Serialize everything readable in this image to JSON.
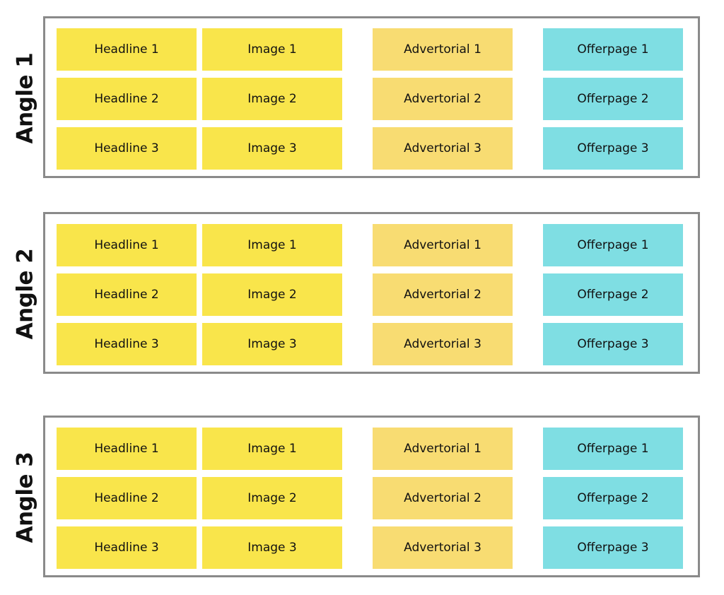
{
  "colors": {
    "headline": "#f9e54b",
    "image": "#f9e54b",
    "advertorial": "#f8dc72",
    "offerpage": "#7fdee3",
    "border": "#8a8a8a"
  },
  "angles": [
    {
      "label": "Angle 1",
      "headlines": [
        "Headline 1",
        "Headline 2",
        "Headline 3"
      ],
      "images": [
        "Image 1",
        "Image 2",
        "Image 3"
      ],
      "advertorials": [
        "Advertorial 1",
        "Advertorial 2",
        "Advertorial 3"
      ],
      "offerpages": [
        "Offerpage 1",
        "Offerpage 2",
        "Offerpage 3"
      ]
    },
    {
      "label": "Angle 2",
      "headlines": [
        "Headline 1",
        "Headline 2",
        "Headline 3"
      ],
      "images": [
        "Image 1",
        "Image 2",
        "Image 3"
      ],
      "advertorials": [
        "Advertorial 1",
        "Advertorial 2",
        "Advertorial 3"
      ],
      "offerpages": [
        "Offerpage 1",
        "Offerpage 2",
        "Offerpage 3"
      ]
    },
    {
      "label": "Angle 3",
      "headlines": [
        "Headline 1",
        "Headline 2",
        "Headline 3"
      ],
      "images": [
        "Image 1",
        "Image 2",
        "Image 3"
      ],
      "advertorials": [
        "Advertorial 1",
        "Advertorial 2",
        "Advertorial 3"
      ],
      "offerpages": [
        "Offerpage 1",
        "Offerpage 2",
        "Offerpage 3"
      ]
    }
  ]
}
